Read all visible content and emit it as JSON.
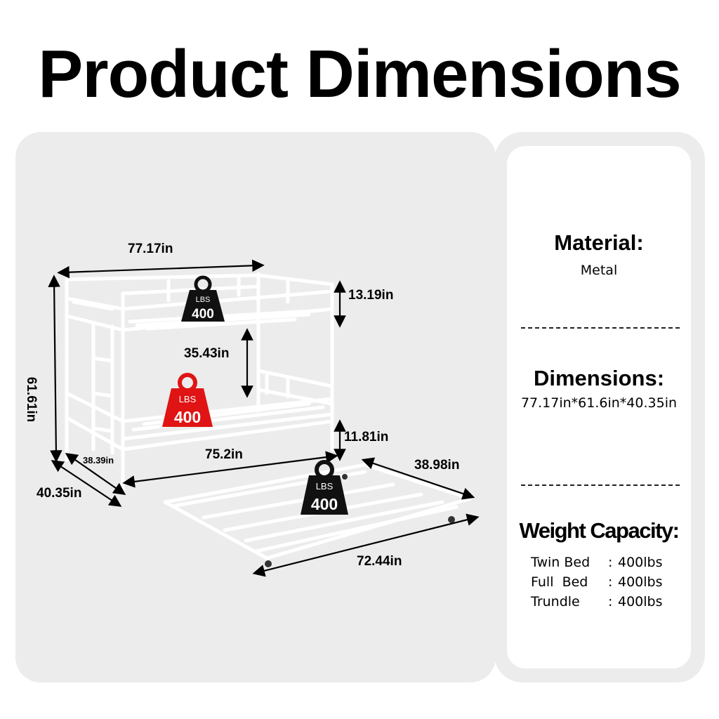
{
  "title": "Product Dimensions",
  "specs": {
    "material": {
      "heading": "Material:",
      "value": "Metal"
    },
    "dimensions": {
      "heading": "Dimensions:",
      "value": "77.17in*61.6in*40.35in"
    },
    "weight_capacity": {
      "heading": "Weight Capacity:",
      "rows": [
        {
          "name": "Twin Bed",
          "value": "400lbs"
        },
        {
          "name": "Full  Bed",
          "value": "400lbs"
        },
        {
          "name": "Trundle",
          "value": "400lbs"
        }
      ]
    }
  },
  "diagram": {
    "dimensions": {
      "top_width": "77.17in",
      "total_height": "61.61in",
      "top_rail": "13.19in",
      "bed_gap": "35.43in",
      "bottom_rail": "11.81in",
      "bottom_length": "75.2in",
      "inner_depth": "38.39in",
      "depth": "40.35in",
      "trundle_width": "38.98in",
      "trundle_length": "72.44in"
    },
    "weight_badges": [
      {
        "unit": "LBS",
        "value": "400",
        "color": "#111111"
      },
      {
        "unit": "LBS",
        "value": "400",
        "color": "#e01414"
      },
      {
        "unit": "LBS",
        "value": "400",
        "color": "#111111"
      }
    ]
  }
}
